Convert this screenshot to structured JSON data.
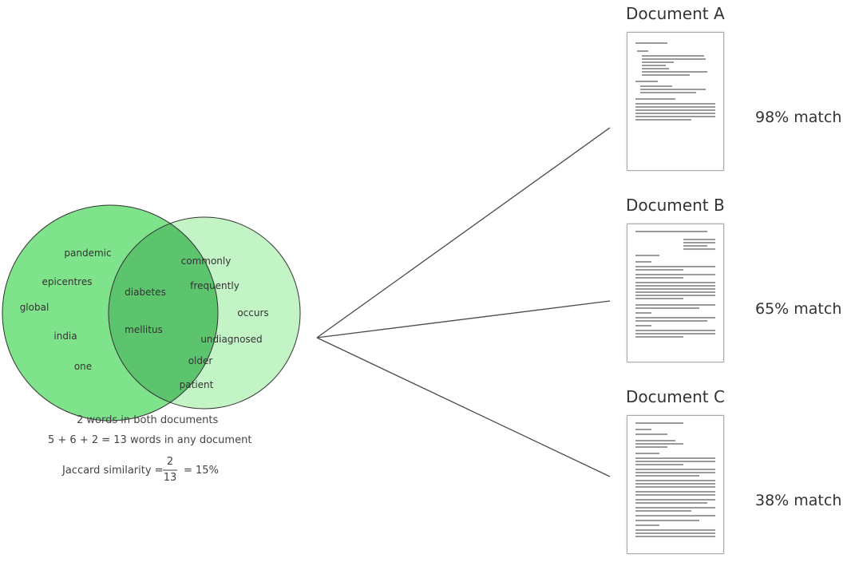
{
  "venn": {
    "left_words": [
      "pandemic",
      "epicentres",
      "global",
      "india",
      "one"
    ],
    "shared_words": [
      "diabetes",
      "mellitus"
    ],
    "right_words": [
      "commonly",
      "frequently",
      "occurs",
      "undiagnosed",
      "older",
      "patient"
    ],
    "colors": {
      "left": "#7ee38a",
      "right": "#c3f4c6",
      "overlap": "#5cc46c",
      "stroke": "#333333"
    }
  },
  "captions": {
    "both": "2 words in both documents",
    "any": "5 + 6 + 2 = 13 words in any document",
    "jaccard_label": "Jaccard similarity =",
    "numerator": "2",
    "denominator": "13",
    "result": "= 15%"
  },
  "documents": [
    {
      "title": "Document A",
      "match": "98% match"
    },
    {
      "title": "Document B",
      "match": "65% match"
    },
    {
      "title": "Document C",
      "match": "38% match"
    }
  ],
  "line_color": "#4a4a4a"
}
